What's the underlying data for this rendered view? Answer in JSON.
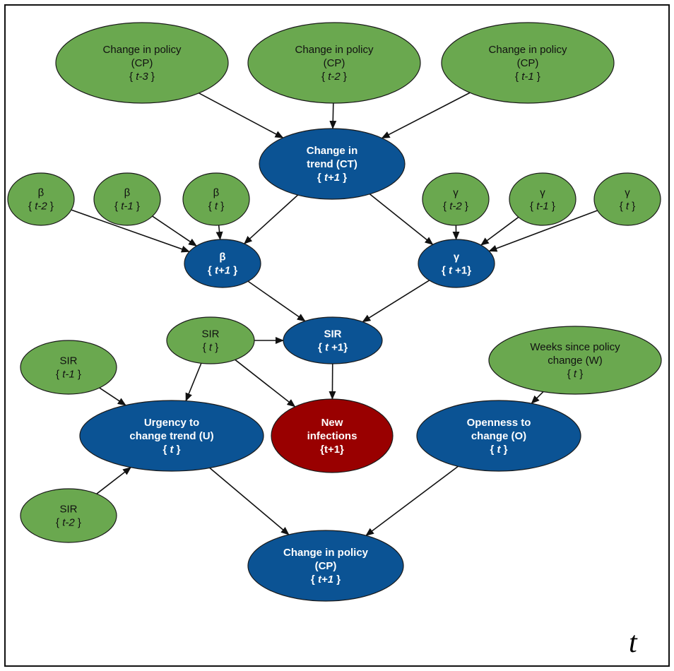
{
  "colors": {
    "green_fill": "#6aa84f",
    "blue_fill": "#0b5394",
    "red_fill": "#990000",
    "stroke": "#1a1a1a"
  },
  "frame_label": "t",
  "nodes": [
    {
      "id": "cp_t3",
      "color": "green",
      "lines": [
        [
          "Change in policy"
        ],
        [
          "(CP)"
        ],
        [
          "{ ",
          {
            "i": "t-3"
          },
          " }"
        ]
      ]
    },
    {
      "id": "cp_t2",
      "color": "green",
      "lines": [
        [
          "Change in policy"
        ],
        [
          "(CP)"
        ],
        [
          "{ ",
          {
            "i": "t-2"
          },
          " }"
        ]
      ]
    },
    {
      "id": "cp_t1",
      "color": "green",
      "lines": [
        [
          "Change in policy"
        ],
        [
          "(CP)"
        ],
        [
          "{ ",
          {
            "i": "t-1"
          },
          " }"
        ]
      ]
    },
    {
      "id": "ct",
      "color": "blue",
      "lines": [
        [
          "Change in"
        ],
        [
          "trend (CT)"
        ],
        [
          "{ ",
          {
            "i": "t+1"
          },
          " }"
        ]
      ]
    },
    {
      "id": "beta_t2",
      "color": "green",
      "lines": [
        [
          "β"
        ],
        [
          "{ ",
          {
            "i": "t-2"
          },
          " }"
        ]
      ]
    },
    {
      "id": "beta_t1",
      "color": "green",
      "lines": [
        [
          "β"
        ],
        [
          "{ ",
          {
            "i": "t-1"
          },
          " }"
        ]
      ]
    },
    {
      "id": "beta_t",
      "color": "green",
      "lines": [
        [
          "β"
        ],
        [
          "{ ",
          {
            "i": "t"
          },
          " }"
        ]
      ]
    },
    {
      "id": "gamma_t2",
      "color": "green",
      "lines": [
        [
          "γ"
        ],
        [
          "{ ",
          {
            "i": "t-2"
          },
          " }"
        ]
      ]
    },
    {
      "id": "gamma_t1",
      "color": "green",
      "lines": [
        [
          "γ"
        ],
        [
          "{ ",
          {
            "i": "t-1"
          },
          " }"
        ]
      ]
    },
    {
      "id": "gamma_t",
      "color": "green",
      "lines": [
        [
          "γ"
        ],
        [
          "{ ",
          {
            "i": "t"
          },
          " }"
        ]
      ]
    },
    {
      "id": "beta_next",
      "color": "blue",
      "lines": [
        [
          "β"
        ],
        [
          "{ ",
          {
            "i": "t+1"
          },
          " }"
        ]
      ]
    },
    {
      "id": "gamma_next",
      "color": "blue",
      "lines": [
        [
          "γ"
        ],
        [
          "{ ",
          {
            "i": "t"
          },
          " +1}"
        ]
      ]
    },
    {
      "id": "sir_t",
      "color": "green",
      "lines": [
        [
          "SIR"
        ],
        [
          "{ ",
          {
            "i": "t"
          },
          " }"
        ]
      ]
    },
    {
      "id": "sir_next",
      "color": "blue",
      "lines": [
        [
          "SIR"
        ],
        [
          "{ ",
          {
            "i": "t"
          },
          " +1}"
        ]
      ]
    },
    {
      "id": "sir_t1",
      "color": "green",
      "lines": [
        [
          "SIR"
        ],
        [
          "{ ",
          {
            "i": "t-1"
          },
          " }"
        ]
      ]
    },
    {
      "id": "weeks",
      "color": "green",
      "lines": [
        [
          "Weeks since policy"
        ],
        [
          "change (W)"
        ],
        [
          "{ ",
          {
            "i": "t"
          },
          " }"
        ]
      ]
    },
    {
      "id": "urgency",
      "color": "blue",
      "lines": [
        [
          "Urgency to"
        ],
        [
          "change trend (U)"
        ],
        [
          "{ ",
          {
            "i": "t"
          },
          " }"
        ]
      ]
    },
    {
      "id": "new_inf",
      "color": "red",
      "lines": [
        [
          "New"
        ],
        [
          "infections"
        ],
        [
          "{t+1}"
        ]
      ]
    },
    {
      "id": "openness",
      "color": "blue",
      "lines": [
        [
          "Openness to"
        ],
        [
          "change (O)"
        ],
        [
          "{ ",
          {
            "i": "t"
          },
          " }"
        ]
      ]
    },
    {
      "id": "sir_t2",
      "color": "green",
      "lines": [
        [
          "SIR"
        ],
        [
          "{ ",
          {
            "i": "t-2"
          },
          " }"
        ]
      ]
    },
    {
      "id": "cp_next",
      "color": "blue",
      "lines": [
        [
          "Change in policy"
        ],
        [
          "(CP)"
        ],
        [
          "{ ",
          {
            "i": "t+1"
          },
          " }"
        ]
      ]
    }
  ],
  "edges": [
    [
      "cp_t3",
      "ct"
    ],
    [
      "cp_t2",
      "ct"
    ],
    [
      "cp_t1",
      "ct"
    ],
    [
      "ct",
      "beta_next"
    ],
    [
      "ct",
      "gamma_next"
    ],
    [
      "beta_t2",
      "beta_next"
    ],
    [
      "beta_t1",
      "beta_next"
    ],
    [
      "beta_t",
      "beta_next"
    ],
    [
      "gamma_t2",
      "gamma_next"
    ],
    [
      "gamma_t1",
      "gamma_next"
    ],
    [
      "gamma_t",
      "gamma_next"
    ],
    [
      "beta_next",
      "sir_next"
    ],
    [
      "gamma_next",
      "sir_next"
    ],
    [
      "sir_t",
      "sir_next"
    ],
    [
      "sir_t",
      "urgency"
    ],
    [
      "sir_t",
      "new_inf"
    ],
    [
      "sir_next",
      "new_inf"
    ],
    [
      "sir_t1",
      "urgency"
    ],
    [
      "sir_t2",
      "urgency"
    ],
    [
      "weeks",
      "openness"
    ],
    [
      "urgency",
      "cp_next"
    ],
    [
      "openness",
      "cp_next"
    ]
  ]
}
